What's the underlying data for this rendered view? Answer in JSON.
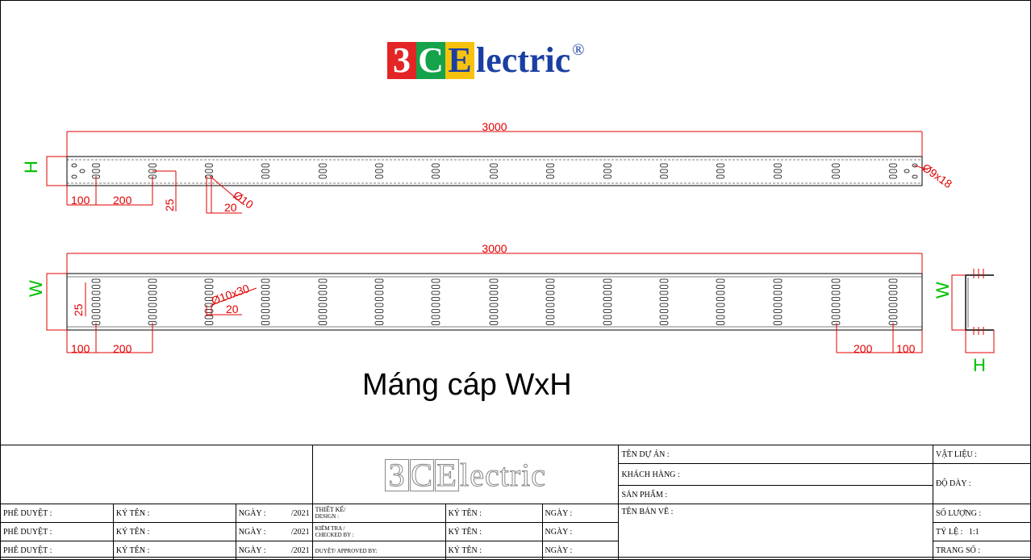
{
  "logo": {
    "d1": "3",
    "d2": "C",
    "d3": "E",
    "rest": "lectric",
    "reg": "®",
    "colors": {
      "red": "#e32526",
      "green": "#14a24a",
      "yellow": "#f6c20e",
      "blue": "#1a3fa3"
    }
  },
  "side_view": {
    "length": "3000",
    "height_label": "H",
    "dims": {
      "a": "100",
      "b": "200",
      "c": "25",
      "d": "20",
      "hole": "Ø10",
      "slot": "Ø9x18"
    }
  },
  "top_view": {
    "length": "3000",
    "width_label": "W",
    "dims": {
      "a": "100",
      "b": "200",
      "c": "25",
      "d": "20",
      "slot": "Ø10x30",
      "e": "200",
      "f": "100"
    }
  },
  "section_view": {
    "width_label": "W",
    "height_label": "H"
  },
  "drawing_title": "Máng cáp WxH",
  "title_block": {
    "watermark": {
      "d1": "3",
      "d2": "C",
      "d3": "E",
      "rest": "lectric"
    },
    "project": "TÊN DỰ ÁN :",
    "customer": "KHÁCH HÀNG :",
    "product": "SẢN PHẨM :",
    "drawing_name": "TÊN BẢN VẼ :",
    "material": "VẬT LIỆU :",
    "thickness": "ĐỘ DÀY :",
    "quantity": "SỐ LƯỢNG :",
    "scale_label": "TỶ LỆ :",
    "scale_value": "1:1",
    "page": "TRANG SỐ :",
    "rows": [
      {
        "approve": "PHÊ DUYỆT :",
        "sign": "KÝ TÊN :",
        "date": "NGÀY :",
        "year": "/2021",
        "role": "THIẾT KẾ/",
        "role2": "DESIGN :",
        "sign2": "KÝ TÊN :",
        "date2": "NGÀY :"
      },
      {
        "approve": "PHÊ DUYỆT :",
        "sign": "KÝ TÊN :",
        "date": "NGÀY :",
        "year": "/2021",
        "role": "KIỂM TRA /",
        "role2": "CHECKED BY :",
        "sign2": "KÝ TÊN :",
        "date2": "NGÀY :"
      },
      {
        "approve": "PHÊ DUYỆT :",
        "sign": "KÝ TÊN :",
        "date": "NGÀY :",
        "year": "/2021",
        "role": "DUYỆT/ APPROVED BY:",
        "role2": "",
        "sign2": "KÝ TÊN :",
        "date2": "NGÀY :"
      }
    ]
  }
}
